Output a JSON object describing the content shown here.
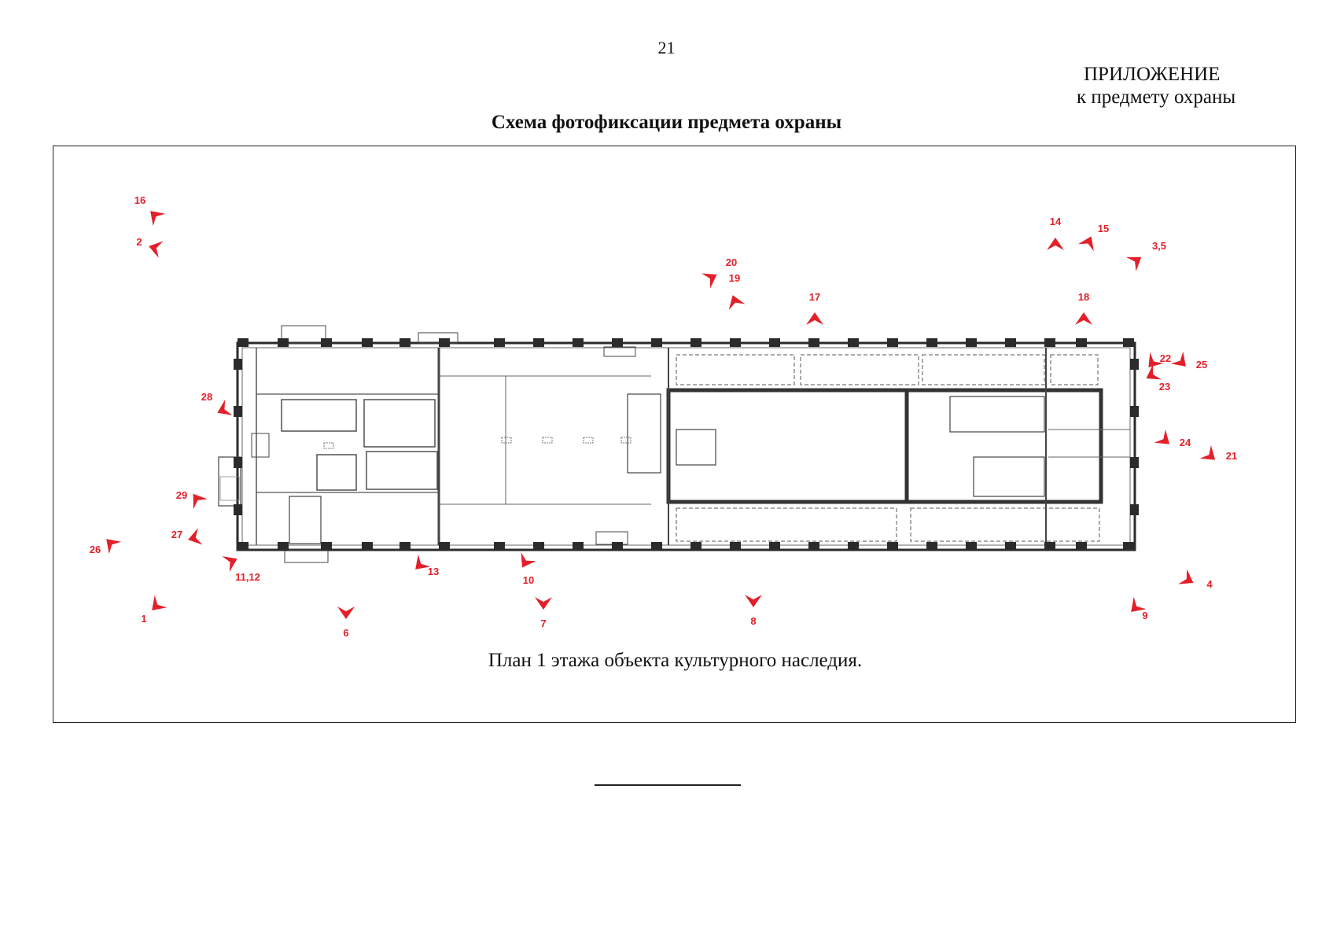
{
  "page_number": "21",
  "appendix": {
    "line1": "ПРИЛОЖЕНИЕ",
    "line2": "к предмету охраны"
  },
  "title": "Схема фотофиксации предмета охраны",
  "plan_caption": "План 1 этажа объекта культурного наследия.",
  "colors": {
    "marker": "#e3202a",
    "wall": "#2b2b2b",
    "line": "#555555"
  },
  "markers": [
    {
      "label": "16"
    },
    {
      "label": "2"
    },
    {
      "label": "20"
    },
    {
      "label": "19"
    },
    {
      "label": "17"
    },
    {
      "label": "14"
    },
    {
      "label": "15"
    },
    {
      "label": "3,5"
    },
    {
      "label": "18"
    },
    {
      "label": "22"
    },
    {
      "label": "25"
    },
    {
      "label": "23"
    },
    {
      "label": "24"
    },
    {
      "label": "21"
    },
    {
      "label": "28"
    },
    {
      "label": "29"
    },
    {
      "label": "27"
    },
    {
      "label": "26"
    },
    {
      "label": "11,12"
    },
    {
      "label": "13"
    },
    {
      "label": "10"
    },
    {
      "label": "1"
    },
    {
      "label": "6"
    },
    {
      "label": "7"
    },
    {
      "label": "8"
    },
    {
      "label": "9"
    },
    {
      "label": "4"
    }
  ]
}
